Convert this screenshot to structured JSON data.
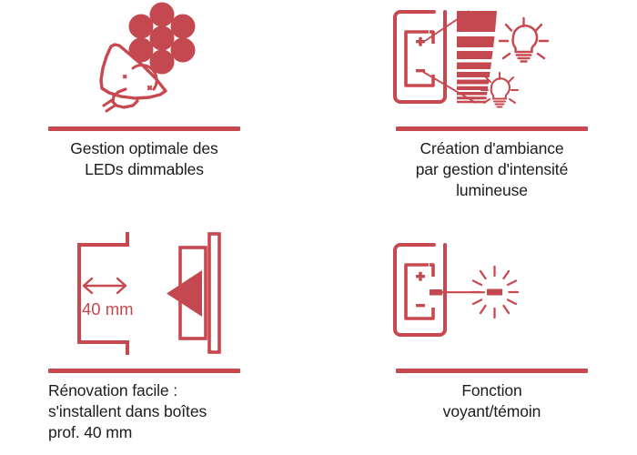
{
  "theme": {
    "accent": "#c8484f",
    "accent_fill": "#c4444c",
    "accent_soft": "#cf5a61",
    "text": "#1c1c1c",
    "background": "#ffffff"
  },
  "features": [
    {
      "id": "led-dimming",
      "icon": "led-spotlight-icon",
      "caption": "Gestion optimale des\nLEDs dimmables"
    },
    {
      "id": "ambience",
      "icon": "dimmer-switch-light-levels-icon",
      "caption": "Création d'ambiance\npar gestion d'intensité\nlumineuse"
    },
    {
      "id": "renovation",
      "icon": "wall-box-depth-icon",
      "caption": "Rénovation facile :\ns'installent dans boîtes\nprof. 40 mm",
      "dimension_label": "40 mm"
    },
    {
      "id": "indicator",
      "icon": "dimmer-switch-indicator-icon",
      "caption": "Fonction\nvoyant/témoin"
    }
  ],
  "glyphs": {
    "plus": "+",
    "minus": "−"
  }
}
